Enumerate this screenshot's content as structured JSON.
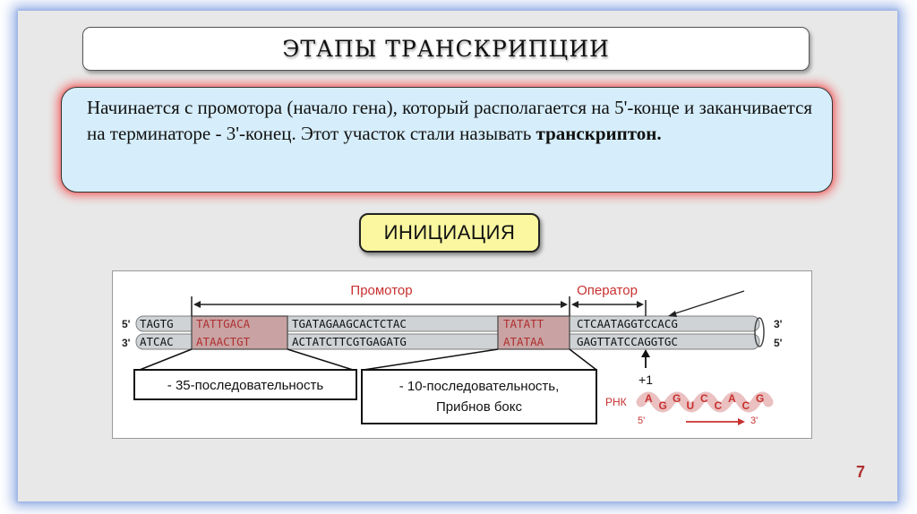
{
  "slide": {
    "title": "ЭТАПЫ ТРАНСКРИПЦИИ",
    "info_text_main": "Начинается с промотора (начало гена), который располагается на 5'-конце и заканчивается на терминаторе - 3'-конец. Этот участок стали называть ",
    "info_text_bold": "транскриптон.",
    "stage_label": "ИНИЦИАЦИЯ",
    "page_number": "7"
  },
  "diagram": {
    "promoter_label": "Промотор",
    "operator_label": "Оператор",
    "strand_top_5": "5'",
    "strand_top_3": "3'",
    "strand_bottom_3": "3'",
    "strand_bottom_5": "5'",
    "top_seq": {
      "s1": "TAGTG",
      "s2": "TATTGACA",
      "s3": "TGATAGAAGCACTCTAC",
      "s4": "TATATT",
      "s5": "CTCAATAGGTCCACG"
    },
    "bottom_seq": {
      "s1": "ATCAC",
      "s2": "ATAACTGT",
      "s3": "ACTATCTTCGTGAGATG",
      "s4": "ATATAA",
      "s5": "GAGTTATCCAGGTGC"
    },
    "box1_label": "- 35-последовательность",
    "box2_line1": "- 10-последовательность,",
    "box2_line2": "Прибнов бокс",
    "plus_one": "+1",
    "rna_label": "РНК",
    "rna_seq": [
      "A",
      "G",
      "G",
      "U",
      "C",
      "C",
      "A",
      "C",
      "G"
    ],
    "rna_5": "5'",
    "rna_3": "3'"
  },
  "colors": {
    "slide_bg": "#e8e8e8",
    "info_bg": "#d6eefb",
    "badge_bg": "#faf7a0",
    "red_label": "#c8302f",
    "promoter_box": "#c9a3a3"
  }
}
